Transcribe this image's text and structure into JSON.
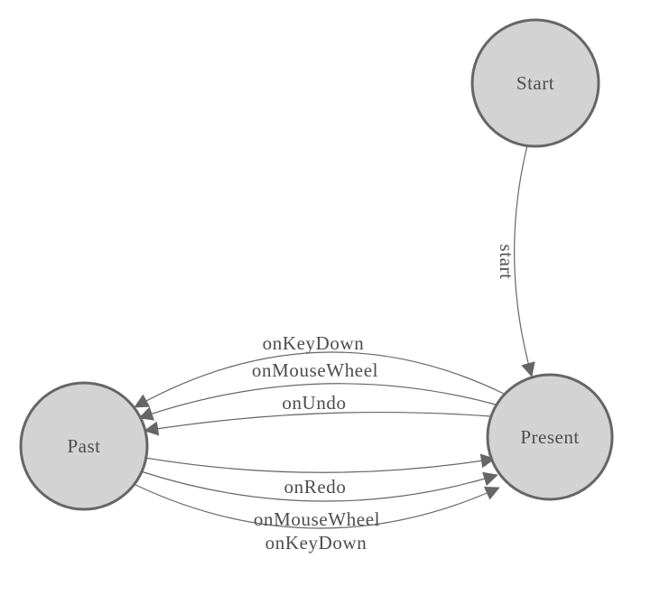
{
  "diagram": {
    "type": "state-machine-diagram",
    "colors": {
      "background": "#ffffff",
      "node_fill": "#d3d3d3",
      "node_stroke": "#666666",
      "edge_stroke": "#666666",
      "arrowhead_fill": "#666666",
      "text": "#4d4d4d"
    },
    "nodes": [
      {
        "id": "start",
        "label": "Start"
      },
      {
        "id": "present",
        "label": "Present"
      },
      {
        "id": "past",
        "label": "Past"
      }
    ],
    "edges": [
      {
        "from": "Start",
        "to": "Present",
        "label": "start"
      },
      {
        "from": "Present",
        "to": "Past",
        "label": "onKeyDown"
      },
      {
        "from": "Present",
        "to": "Past",
        "label": "onMouseWheel"
      },
      {
        "from": "Present",
        "to": "Past",
        "label": "onUndo"
      },
      {
        "from": "Past",
        "to": "Present",
        "label": "onRedo"
      },
      {
        "from": "Past",
        "to": "Present",
        "label": "onMouseWheel"
      },
      {
        "from": "Past",
        "to": "Present",
        "label": "onKeyDown"
      }
    ]
  }
}
